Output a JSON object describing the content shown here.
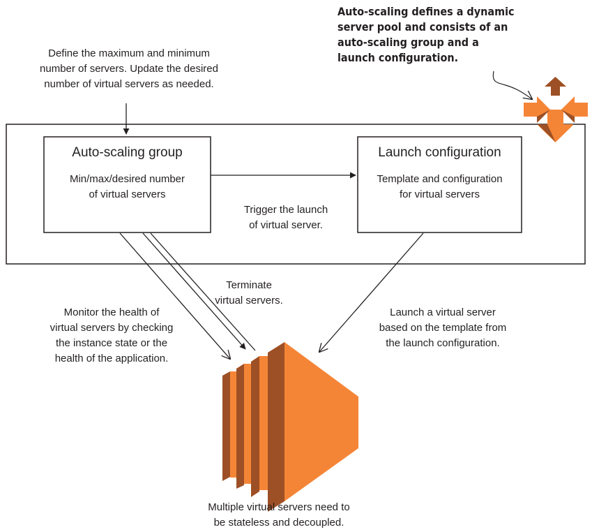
{
  "callout": {
    "text": "Auto-scaling defines a dynamic\nserver pool and consists of an\nauto-scaling group and a\nlaunch configuration."
  },
  "annotations": {
    "define_servers": "Define the maximum and minimum\nnumber of servers. Update the desired\nnumber of virtual servers as needed.",
    "trigger_launch": "Trigger the launch\nof virtual server.",
    "terminate": "Terminate\nvirtual servers.",
    "monitor_health": "Monitor the health of\nvirtual servers by checking\nthe instance state or the\nhealth of the application.",
    "launch_server": "Launch a virtual server\nbased on the template from\nthe launch configuration.",
    "stateless": "Multiple virtual servers need to\nbe stateless and decoupled."
  },
  "boxes": {
    "asg": {
      "title": "Auto-scaling group",
      "subtitle": "Min/max/desired number\nof virtual servers"
    },
    "lc": {
      "title": "Launch configuration",
      "subtitle": "Template and configuration\nfor virtual servers"
    }
  },
  "icons": {
    "autoscaling": "auto-scaling-arrows-icon",
    "servers": "virtual-servers-stack-icon"
  },
  "colors": {
    "orange_front": "#f58536",
    "orange_side": "#9d5025",
    "line": "#231f20"
  }
}
